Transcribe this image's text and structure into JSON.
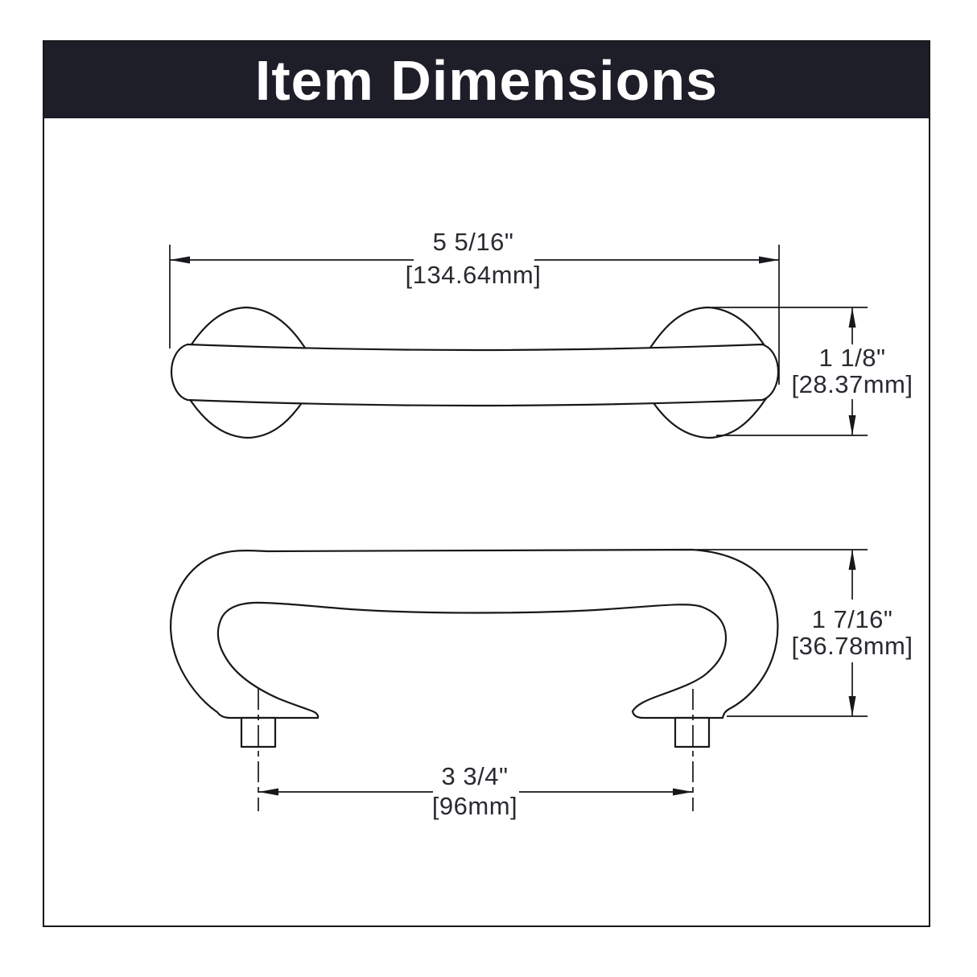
{
  "header": {
    "title": "Item Dimensions",
    "background_color": "#1e1e29",
    "text_color": "#ffffff"
  },
  "drawing": {
    "line_color": "#17171c",
    "text_color": "#2a2a31",
    "dimensions": {
      "overall_length": {
        "inches": "5 5/16\"",
        "mm": "[134.64mm]"
      },
      "overall_width": {
        "inches": "1 1/8\"",
        "mm": "[28.37mm]"
      },
      "projection_height": {
        "inches": "1 7/16\"",
        "mm": "[36.78mm]"
      },
      "center_to_center": {
        "inches": "3 3/4\"",
        "mm": "[96mm]"
      }
    }
  }
}
